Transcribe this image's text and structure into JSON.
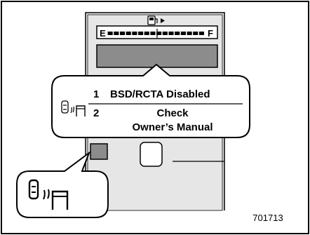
{
  "gauge": {
    "empty_label": "E",
    "full_label": "F",
    "segment_count": 16
  },
  "message": {
    "line1_number": "1",
    "line1_text": "BSD/RCTA Disabled",
    "line2_number": "2",
    "line2_text_a": "Check",
    "line2_text_b": "Owner’s Manual"
  },
  "figure_number": "701713",
  "icons": {
    "gauge_icon": "fuel-pump-icon",
    "warning_icon": "bsd-rcta-warning-icon"
  }
}
